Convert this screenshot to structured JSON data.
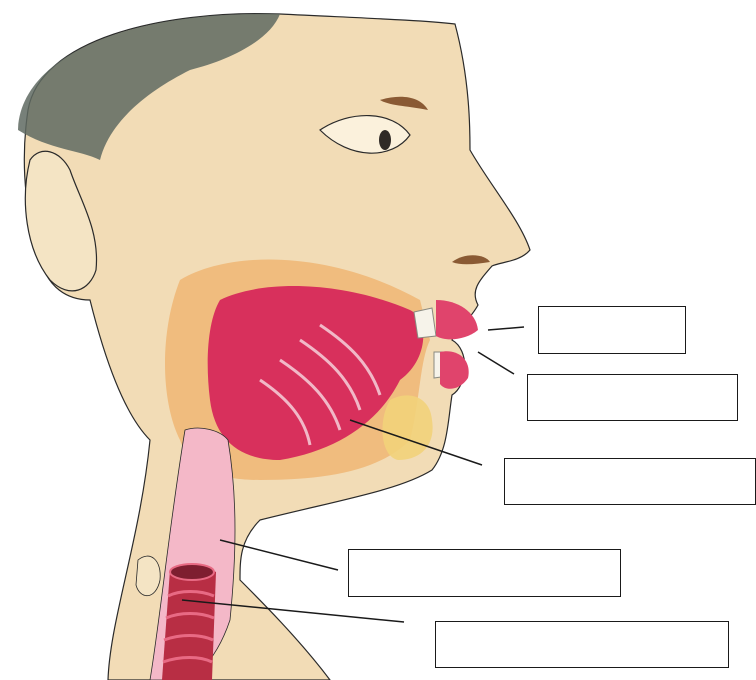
{
  "diagram": {
    "labels": [
      {
        "id": "box-1",
        "text": ""
      },
      {
        "id": "box-2",
        "text": ""
      },
      {
        "id": "box-3",
        "text": ""
      },
      {
        "id": "box-4",
        "text": ""
      },
      {
        "id": "box-5",
        "text": ""
      }
    ],
    "colors": {
      "skin": "#f2dcb6",
      "skin_shadow": "#e8c894",
      "hair": "#5f6a62",
      "tissue_orange": "#f0b878",
      "mouth_pink": "#d8305c",
      "lips": "#e0446c",
      "trachea_red": "#b82e44",
      "outline": "#2a2a2a"
    }
  }
}
